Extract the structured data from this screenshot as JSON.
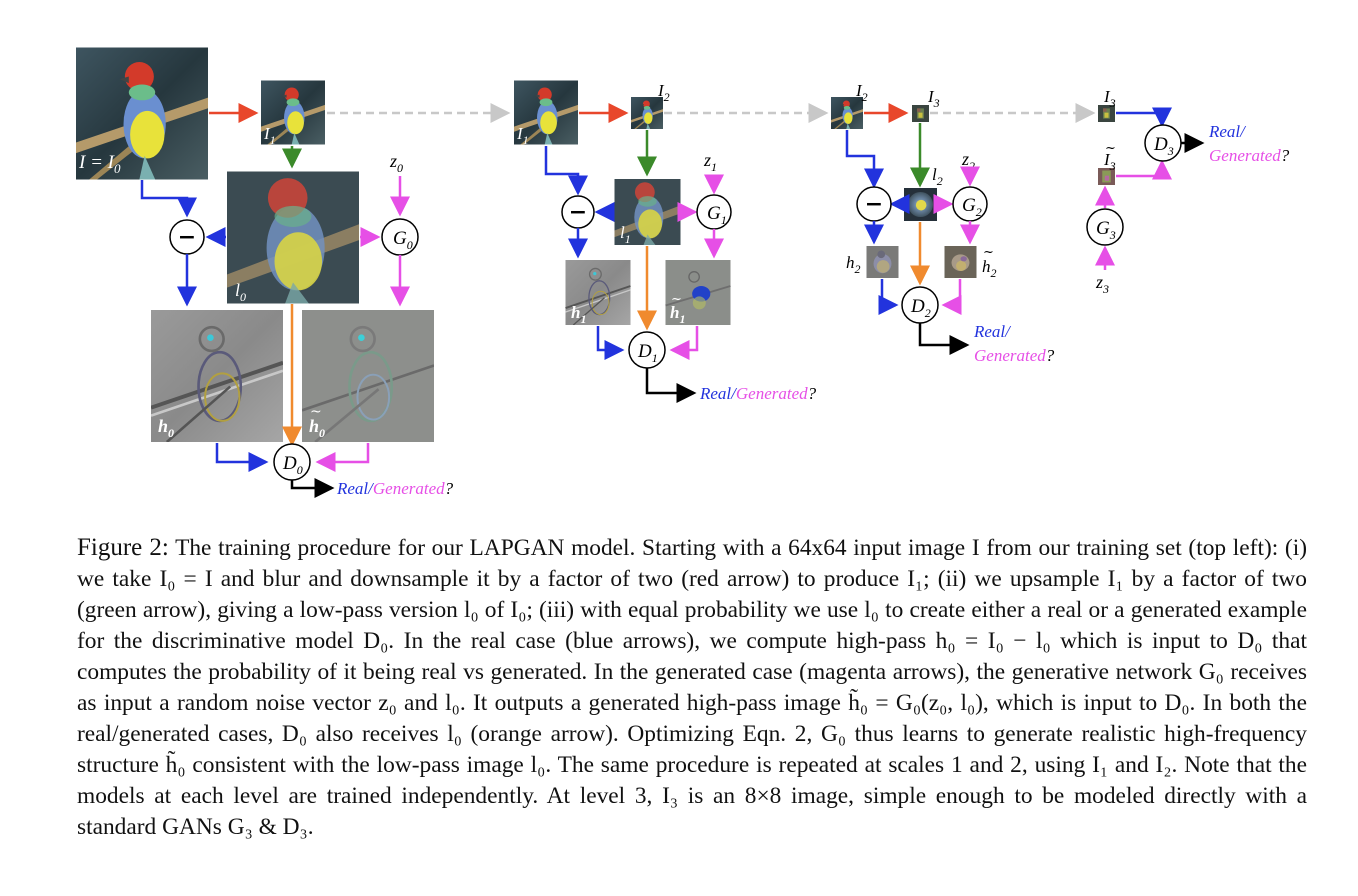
{
  "labels": {
    "I_eq_I0": "I = I",
    "I0_sub": "0",
    "I1": "I",
    "I1_sub": "1",
    "I2": "I",
    "I2_sub": "2",
    "I3": "I",
    "I3_sub": "3",
    "I3_tilde": "I",
    "l0": "l",
    "l0_sub": "0",
    "l1": "l",
    "l1_sub": "1",
    "l2": "l",
    "l2_sub": "2",
    "h0": "h",
    "h0_sub": "0",
    "h1": "h",
    "h1_sub": "1",
    "h2": "h",
    "h2_sub": "2",
    "z0": "z",
    "z0_sub": "0",
    "z1": "z",
    "z1_sub": "1",
    "z2": "z",
    "z2_sub": "2",
    "z3": "z",
    "z3_sub": "3",
    "G0": "G",
    "G0_sub": "0",
    "G1": "G",
    "G1_sub": "1",
    "G2": "G",
    "G2_sub": "2",
    "G3": "G",
    "G3_sub": "3",
    "D0": "D",
    "D0_sub": "0",
    "D1": "D",
    "D1_sub": "1",
    "D2": "D",
    "D2_sub": "2",
    "D3": "D",
    "D3_sub": "3",
    "minus": "−",
    "real": "Real",
    "slash": "/",
    "generated": "Generated",
    "qmark": "?"
  },
  "caption": {
    "label": "Figure 2:",
    "text": "The training procedure for our LAPGAN model. Starting with a 64x64 input image I from our training set (top left): (i) we take I₀ = I and blur and downsample it by a factor of two (red arrow) to produce I₁; (ii) we upsample I₁ by a factor of two (green arrow), giving a low-pass version l₀ of I₀; (iii) with equal probability we use l₀ to create either a real or a generated example for the discriminative model D₀. In the real case (blue arrows), we compute high-pass h₀ = I₀ − l₀ which is input to D₀ that computes the probability of it being real vs generated. In the generated case (magenta arrows), the generative network G₀ receives as input a random noise vector z₀ and l₀. It outputs a generated high-pass image h̃₀ = G₀(z₀, l₀), which is input to D₀. In both the real/generated cases, D₀ also receives l₀ (orange arrow). Optimizing Eqn. 2, G₀ thus learns to generate realistic high-frequency structure h̃₀ consistent with the low-pass image l₀. The same procedure is repeated at scales 1 and 2, using I₁ and I₂. Note that the models at each level are trained independently. At level 3, I₃ is an 8×8 image, simple enough to be modeled directly with a standard GANs G₃ & D₃.",
    "eqn_ref": "2"
  },
  "colors": {
    "red_arrow": "#e8472b",
    "green_arrow": "#3b8a2a",
    "blue_arrow": "#2233dd",
    "magenta_arrow": "#e64fe6",
    "orange_arrow": "#f08a2e",
    "gray_arrow": "#c8c8c8",
    "real_text": "#2233dd",
    "generated_text": "#e64fe6"
  }
}
